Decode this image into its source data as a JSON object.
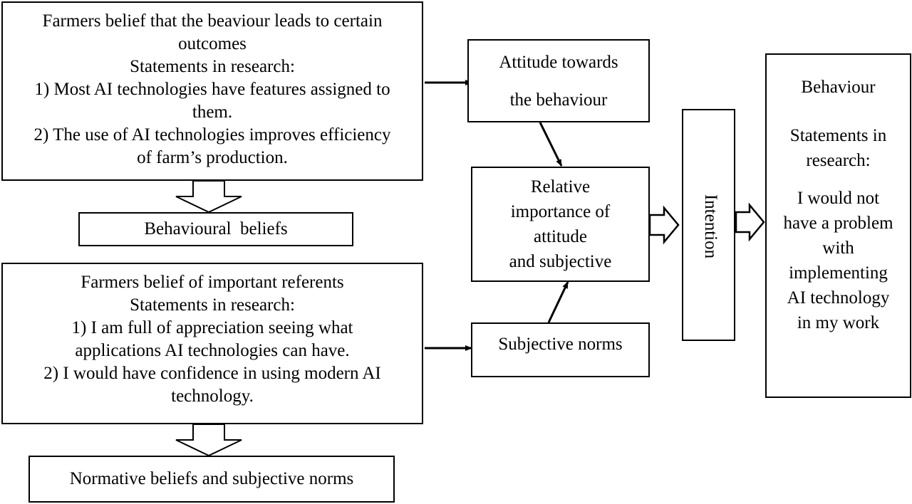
{
  "boxes": {
    "behavioural_outcomes": {
      "lines": [
        "Farmers belief that the beaviour leads to certain",
        "outcomes",
        "Statements in research:",
        "1) Most AI technologies have features assigned to",
        "them.",
        "2) The use of AI technologies improves efficiency",
        "of farm’s production."
      ]
    },
    "behavioural_beliefs": {
      "label": "Behavioural  beliefs"
    },
    "referents": {
      "lines": [
        "Farmers belief of important referents",
        "Statements in research:",
        "1) I am full of appreciation seeing what",
        "applications AI technologies can have.",
        "2) I would have confidence in using modern AI",
        "technology."
      ]
    },
    "normative_beliefs": {
      "label": "Normative beliefs and subjective norms"
    },
    "attitude": {
      "lines": [
        "Attitude towards",
        "the behaviour"
      ]
    },
    "relative_importance": {
      "lines": [
        "Relative",
        "importance of",
        "attitude",
        "and subjective"
      ]
    },
    "subjective_norms": {
      "label": "Subjective norms"
    },
    "intention": {
      "label": "Intention"
    },
    "behaviour": {
      "title": "Behaviour",
      "statements": [
        "Statements in",
        "research:"
      ],
      "quote": [
        "I would not",
        "have a problem",
        "with",
        "implementing",
        "AI technology",
        "in my work"
      ]
    }
  }
}
